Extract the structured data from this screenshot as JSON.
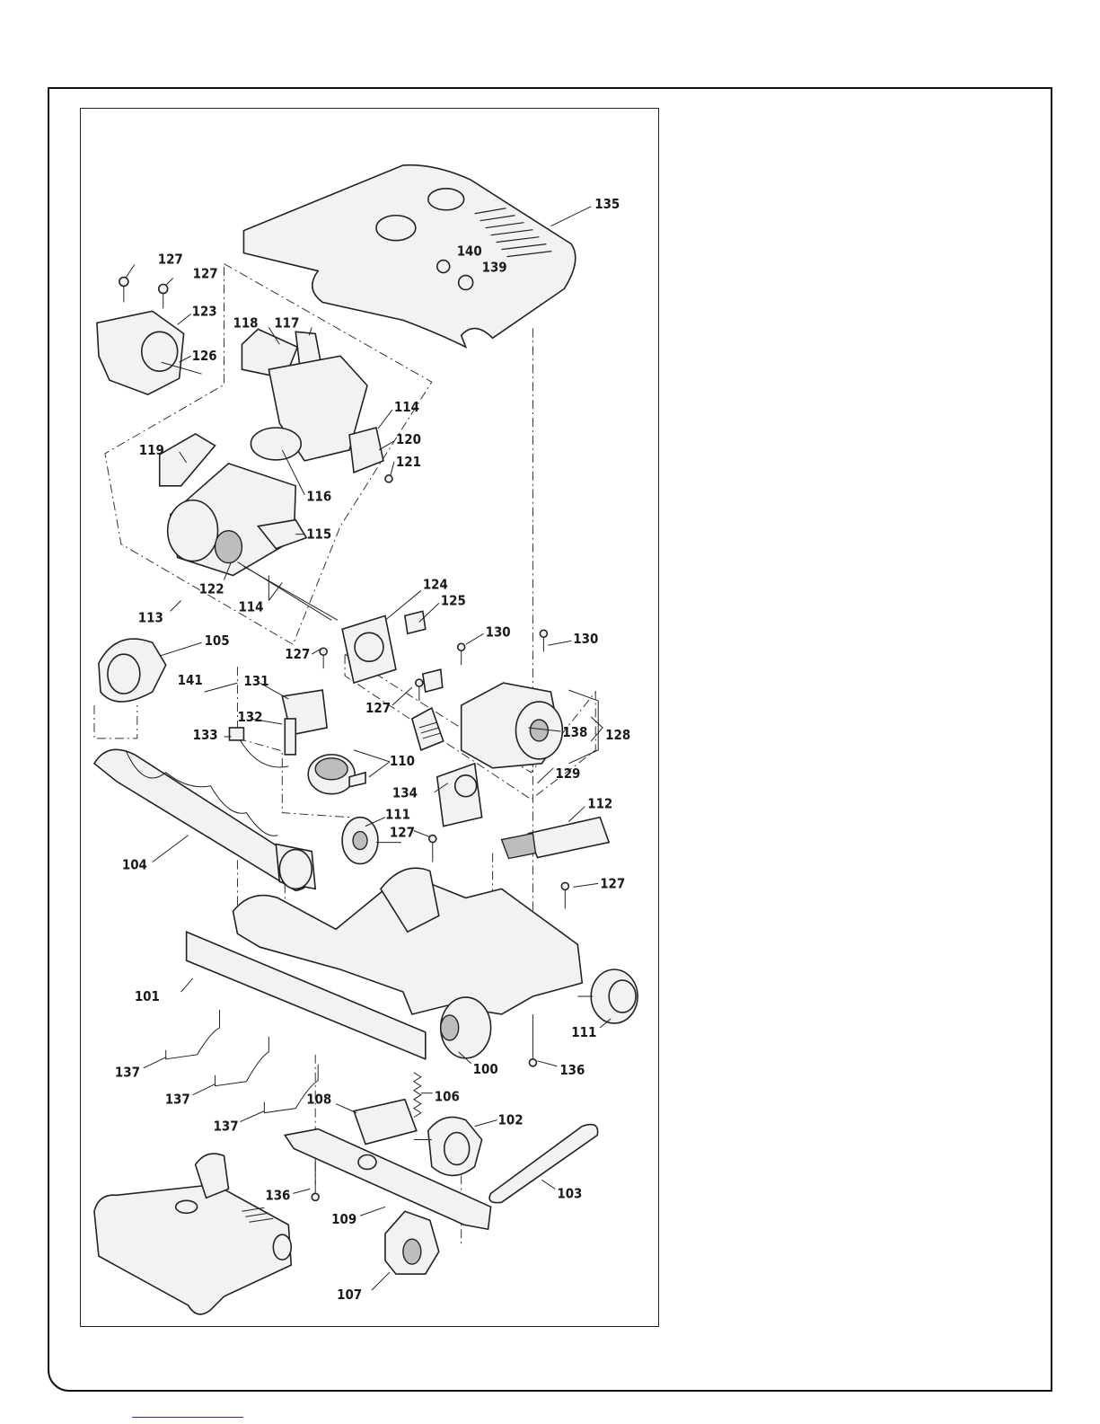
{
  "figure": {
    "description_free": true,
    "callouts": {
      "c135": "135",
      "c140": "140",
      "c139": "139",
      "c127a": "127",
      "c127b": "127",
      "c123": "123",
      "c126": "126",
      "c118": "118",
      "c117": "117",
      "c114a": "114",
      "c120": "120",
      "c121": "121",
      "c119": "119",
      "c116": "116",
      "c115": "115",
      "c122": "122",
      "c114b": "114",
      "c113": "113",
      "c124": "124",
      "c125": "125",
      "c130a": "130",
      "c130b": "130",
      "c105": "105",
      "c127c": "127",
      "c141": "141",
      "c131": "131",
      "c132": "132",
      "c133": "133",
      "c127d": "127",
      "c138": "138",
      "c128": "128",
      "c129": "129",
      "c110": "110",
      "c134": "134",
      "c111a": "111",
      "c127e": "127",
      "c112": "112",
      "c104": "104",
      "c127f": "127",
      "c101": "101",
      "c111b": "111",
      "c137a": "137",
      "c137b": "137",
      "c137c": "137",
      "c100": "100",
      "c136a": "136",
      "c106": "106",
      "c108": "108",
      "c102": "102",
      "c136b": "136",
      "c103": "103",
      "c109": "109",
      "c107": "107"
    }
  },
  "colors": {
    "ink": "#1a1a1a",
    "part_fill": "#f2f2f2",
    "shade": "#bdbdbd",
    "link": "#2a2acc"
  }
}
